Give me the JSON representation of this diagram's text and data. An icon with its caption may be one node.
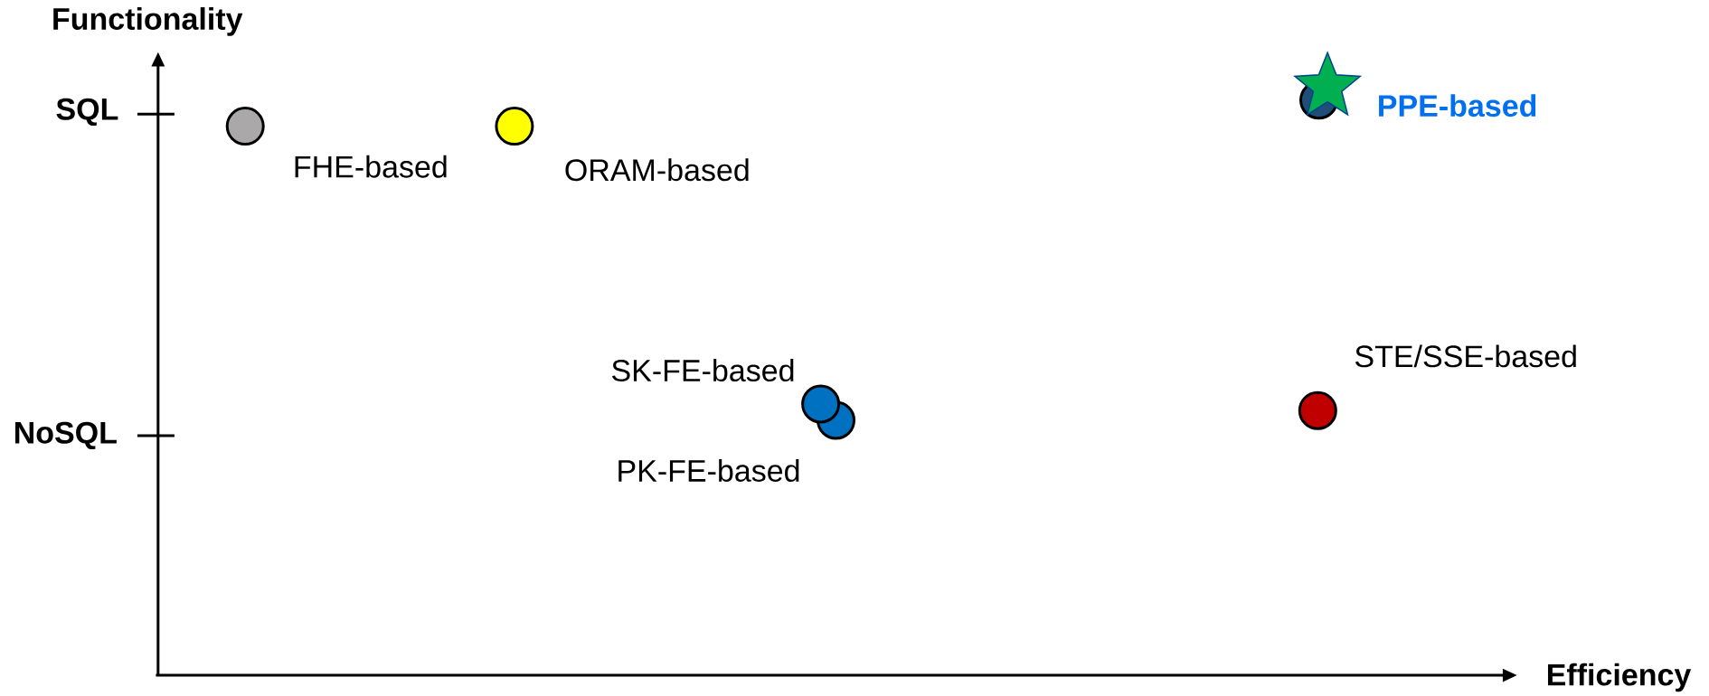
{
  "diagram": {
    "nodes": [
      {
        "text": [],
        "shape": "circle",
        "beside": [
          "FHE-based"
        ]
      },
      {
        "text": [],
        "shape": "circle",
        "beside": [
          "ORAM-based"
        ]
      },
      {
        "text": [],
        "shape": "circle",
        "beside": [
          "PPE-based"
        ]
      },
      {
        "text": [],
        "shape": "circle",
        "beside": [
          "SK-FE-based"
        ]
      },
      {
        "text": [],
        "shape": "circle",
        "beside": [
          "PK-FE-based"
        ]
      },
      {
        "text": [],
        "shape": "circle",
        "beside": [
          "STE/SSE-based"
        ]
      }
    ],
    "labels": [
      "Functionality",
      "SQL",
      "NoSQL",
      "Efficiency"
    ]
  }
}
